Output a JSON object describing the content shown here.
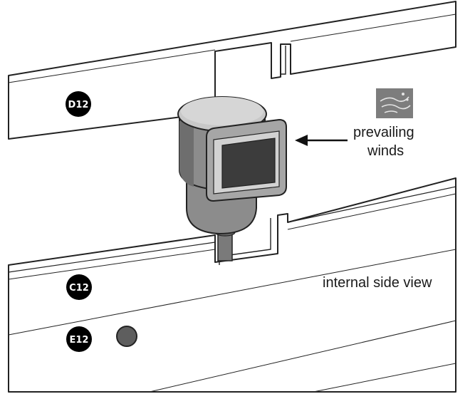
{
  "labels": {
    "prevailing": "prevailing",
    "winds": "winds",
    "view": "internal side view"
  },
  "badges": {
    "d12": "D12",
    "c12": "C12",
    "e12": "E12"
  },
  "icons": {
    "wind_icon": "wind-icon",
    "arrow": "left-arrow-icon"
  },
  "colors": {
    "outline": "#222222",
    "badge_fill": "#000000",
    "device_body": "#8c8c8c",
    "device_dark": "#5a5a5a",
    "device_light": "#bdbdbd",
    "screen": "#3c3c3c",
    "hole": "#5e5e5e"
  }
}
